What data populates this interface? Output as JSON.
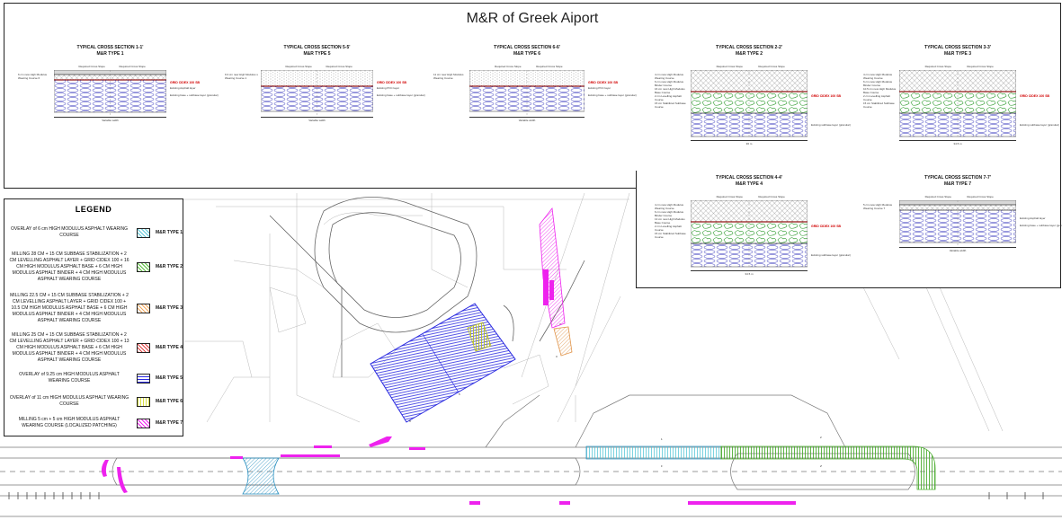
{
  "title": "M&R of Greek Aiport",
  "colors": {
    "type1": "#5bc8d8",
    "type2": "#5abf3c",
    "type3": "#f0a860",
    "type4": "#e04040",
    "type5": "#2a2ae0",
    "type6": "#d8e040",
    "type7": "#ee22ee",
    "grid_red": "#d10000"
  },
  "legend": {
    "title": "LEGEND",
    "items": [
      {
        "desc": "OVERLAY of  6 cm HIGH MODULUS ASPHALT WEARING COURSE",
        "label": "M&R TYPE 1",
        "color": "#5bc8d8"
      },
      {
        "desc": "MILLING 28 CM + 15 CM SUBBASE STABILIZATION + 2 CM LEVELLING ASPHALT LAYER + GRID CIDEX 100 + 16 CM HIGH MODULUS ASPHALT BASE + 6 CM HIGH MODULUS ASPHALT BINDER + 4 CM HIGH MODULUS ASPHALT WEARING COURSE",
        "label": "M&R TYPE 2",
        "color": "#5abf3c"
      },
      {
        "desc": "MILLING 22.5 CM + 15 CM SUBBASE STABILIZATION + 2 CM LEVELLING ASPHALT LAYER + GRID CIDEX 100 + 10.5 CM HIGH MODULUS ASPHALT BASE + 6 CM HIGH MODULUS ASPHALT BINDER + 4 CM HIGH MODULUS ASPHALT WEARING COURSE",
        "label": "M&R TYPE 3",
        "color": "#f0a860"
      },
      {
        "desc": "MILLING 25 CM + 15 CM SUBBASE STABILIZATION + 2 CM LEVELLING ASPHALT LAYER + GRID CIDEX 100 + 13 CM HIGH MODULUS ASPHALT BASE + 6 CM HIGH MODULUS ASPHALT BINDER + 4 CM HIGH MODULUS ASPHALT WEARING COURSE",
        "label": "M&R TYPE 4",
        "color": "#e04040"
      },
      {
        "desc": "OVERLAY of  9.25 cm HIGH MODULUS ASPHALT WEARING COURSE",
        "label": "M&R TYPE 5",
        "color": "#2a2ae0"
      },
      {
        "desc": "OVERLAY of  11 cm HIGH MODULUS ASPHALT WEARING COURSE",
        "label": "M&R TYPE 6",
        "color": "#d8e040"
      },
      {
        "desc": "MILLING 5 cm + 5 cm HIGH MODULUS ASPHALT WEARING COURSE  (LOCALIZED PATCHING)",
        "label": "M&R TYPE 7",
        "color": "#ee22ee"
      }
    ]
  },
  "sections": [
    {
      "title": "TYPICAL CROSS SECTION 1-1'",
      "subtitle": "M&R TYPE 1",
      "left_note": "6 cm new High Modulus Wearing Course 6",
      "grid": "GRID CIDEX 100 SB",
      "right_note": "Existing Asphalt layer\n\nExisting base + subbase layer (granular)",
      "width": "Variable width",
      "slope_l": "Required Cross Slope",
      "slope_r": "Required Cross Slope"
    },
    {
      "title": "TYPICAL CROSS SECTION 5-5'",
      "subtitle": "M&R TYPE 5",
      "left_note": "9.3 cm new High Modulus s Wearing Course 1",
      "grid": "GRID CIDEX 100 SB",
      "right_note": "Existing PCC layer\n\nExisting base + subbase layer (granular)",
      "width": "Variable width",
      "slope_l": "Required Cross Slope",
      "slope_r": "Required Cross Slope"
    },
    {
      "title": "TYPICAL CROSS SECTION 6-6'",
      "subtitle": "M&R TYPE 6",
      "left_note": "11 cm new High Modulus Wearing Course",
      "grid": "GRID CIDEX 100 SB",
      "right_note": "Existing PCC layer\n\nExisting base + subbase layer (granular)",
      "width": "Variable width",
      "slope_l": "Required Cross Slope",
      "slope_r": "Required Cross Slope"
    },
    {
      "title": "TYPICAL CROSS SECTION 2-2'",
      "subtitle": "M&R TYPE 2",
      "left_note": "4 cm new High Modulus Wearing Course\n6 cm new High Modulus Binder Course\n16 cm new High Modulus Base Course\n2 cm Levelling Asphalt Course\n15 cm Stabilized Subbase Course",
      "grid": "GRID CIDEX 100 SB",
      "right_note": "Existing subbase layer (granular)",
      "width": "36 m",
      "slope_l": "Required Cross Slope",
      "slope_r": "Required Cross Slope"
    },
    {
      "title": "TYPICAL CROSS SECTION 3-3'",
      "subtitle": "M&R TYPE 3",
      "left_note": "4 cm new High Modulus Wearing Course\n6 cm new High Modulus Binder Course\n10.5 cm new High Modulus Base Course\n2 cm Levelling Asphalt Course\n15 cm Stabilized Subbase Course",
      "grid": "GRID CIDEX 100 SB",
      "right_note": "Existing subbase layer (granular)",
      "width": "34.5 m",
      "slope_l": "Required Cross Slope",
      "slope_r": "Required Cross Slope"
    },
    {
      "title": "TYPICAL CROSS SECTION 4-4'",
      "subtitle": "M&R TYPE 4",
      "left_note": "4 cm new High Modulus Wearing Course\n6 cm new High Modulus Binder Course\n13 cm new High Modulus Base Course\n2 cm Levelling Asphalt Course\n15 cm Stabilized Subbase Course",
      "grid": "GRID CIDEX 100 SB",
      "right_note": "Existing subbase layer (granular)",
      "width": "34.5 m",
      "slope_l": "Required Cross Slope",
      "slope_r": "Required Cross Slope"
    },
    {
      "title": "TYPICAL CROSS SECTION 7-7'",
      "subtitle": "M&R TYPE 7",
      "left_note": "5 cm new High Modulus Wearing Course 7",
      "grid": "",
      "right_note": "Existing Asphalt layer\n\nExisting base + subbase layer (granular)",
      "width": "Variable width",
      "slope_l": "Required Cross Slope",
      "slope_r": "Required Cross Slope"
    }
  ]
}
